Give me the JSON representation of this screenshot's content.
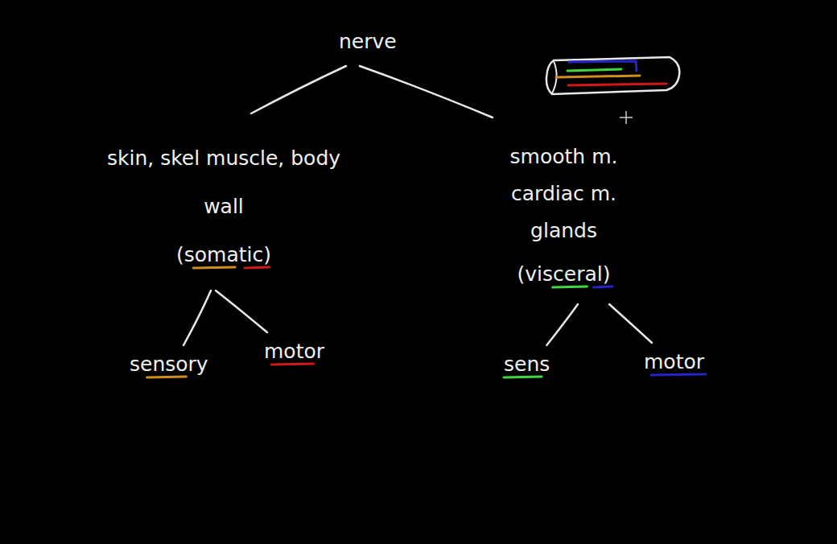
{
  "diagram": {
    "nodes": [
      {
        "text": [
          "nerve"
        ]
      },
      {
        "text": [
          "skin, skel muscle, body wall",
          "(somatic)"
        ]
      },
      {
        "text": [
          "sensory"
        ]
      },
      {
        "text": [
          "motor"
        ]
      },
      {
        "text": [
          "smooth m. cardiac m. glands",
          "(visceral)"
        ]
      },
      {
        "text": [
          "sens"
        ]
      },
      {
        "text": [
          "motor"
        ]
      }
    ],
    "edges": [
      {
        "from": 0,
        "to": 1,
        "arrow": "none"
      },
      {
        "from": 0,
        "to": 4,
        "arrow": "none"
      },
      {
        "from": 1,
        "to": 2,
        "arrow": "none"
      },
      {
        "from": 1,
        "to": 3,
        "arrow": "none"
      },
      {
        "from": 4,
        "to": 5,
        "arrow": "none"
      },
      {
        "from": 4,
        "to": 6,
        "arrow": "none"
      }
    ]
  }
}
